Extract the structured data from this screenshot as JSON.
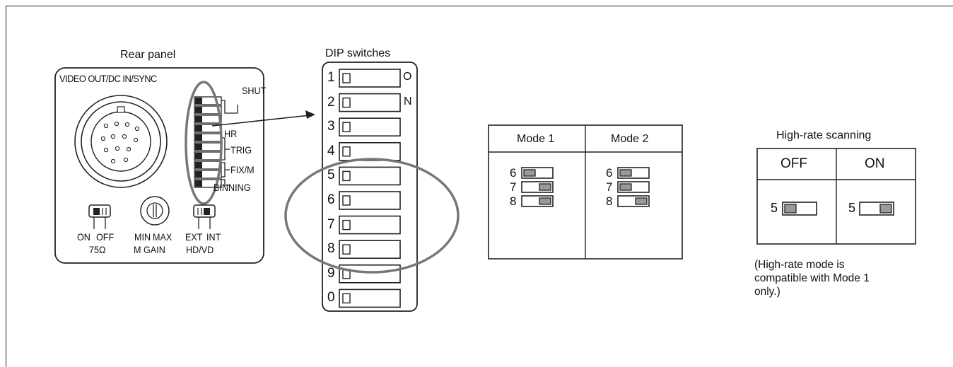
{
  "rear_panel": {
    "title": "Rear panel",
    "connector_label": "VIDEO OUT/DC IN/SYNC",
    "group_labels": [
      "SHUT",
      "HR",
      "TRIG",
      "FIX/M",
      "BINNING"
    ],
    "switch_75": {
      "left": "ON",
      "right": "OFF",
      "name": "75Ω"
    },
    "gain": {
      "left": "MIN",
      "right": "MAX",
      "name": "M GAIN"
    },
    "sync": {
      "left": "EXT",
      "right": "INT",
      "name": "HD/VD"
    }
  },
  "dip": {
    "title": "DIP switches",
    "numbers": [
      "1",
      "2",
      "3",
      "4",
      "5",
      "6",
      "7",
      "8",
      "9",
      "0"
    ],
    "on_label_top": "O",
    "on_label_bottom": "N"
  },
  "modes": {
    "headers": [
      "Mode 1",
      "Mode 2"
    ],
    "mode1": [
      {
        "num": "6",
        "state": "left"
      },
      {
        "num": "7",
        "state": "right"
      },
      {
        "num": "8",
        "state": "right"
      }
    ],
    "mode2": [
      {
        "num": "6",
        "state": "left"
      },
      {
        "num": "7",
        "state": "left"
      },
      {
        "num": "8",
        "state": "right"
      }
    ]
  },
  "high_rate": {
    "title": "High-rate scanning",
    "headers": [
      "OFF",
      "ON"
    ],
    "off": {
      "num": "5",
      "state": "left"
    },
    "on": {
      "num": "5",
      "state": "right"
    },
    "note_lines": [
      "(High-rate mode is",
      "compatible with Mode 1",
      "only.)"
    ]
  },
  "colors": {
    "line": "#222222",
    "knob": "#999999",
    "highlight": "#777777"
  }
}
